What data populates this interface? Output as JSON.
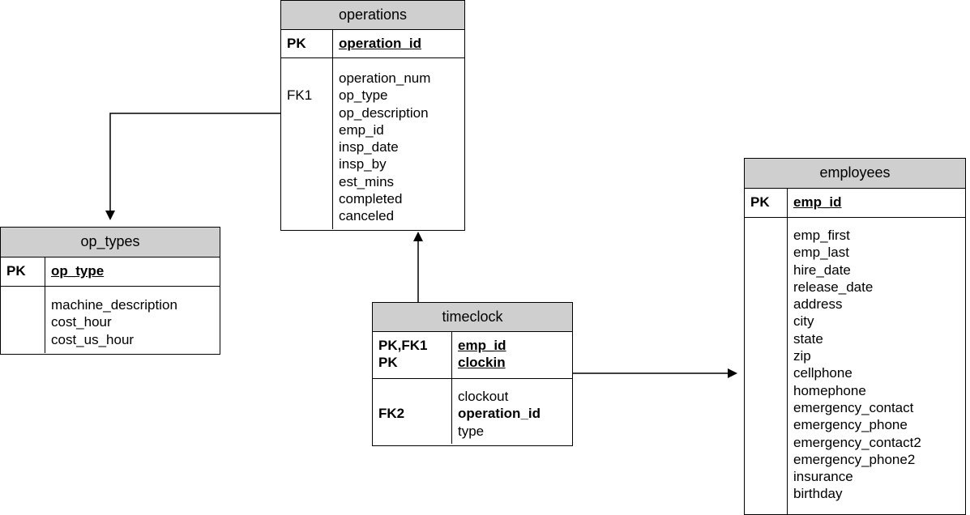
{
  "entities": {
    "operations": {
      "name": "operations",
      "pk": {
        "keys": [
          "PK"
        ],
        "fields": [
          "operation_id"
        ]
      },
      "attrs": {
        "keys": [
          "",
          "FK1",
          "",
          "",
          "",
          "",
          "",
          "",
          ""
        ],
        "fields": [
          "operation_num",
          "op_type",
          "op_description",
          "emp_id",
          "insp_date",
          "insp_by",
          "est_mins",
          "completed",
          "canceled"
        ]
      }
    },
    "op_types": {
      "name": "op_types",
      "pk": {
        "keys": [
          "PK"
        ],
        "fields": [
          "op_type"
        ]
      },
      "attrs": {
        "keys": [
          "",
          "",
          ""
        ],
        "fields": [
          "machine_description",
          "cost_hour",
          "cost_us_hour"
        ]
      }
    },
    "timeclock": {
      "name": "timeclock",
      "pk": {
        "keys": [
          "PK,FK1",
          "PK"
        ],
        "fields": [
          "emp_id",
          "clockin"
        ]
      },
      "attrs": {
        "keys": [
          "",
          "FK2",
          ""
        ],
        "fields": [
          "clockout",
          "operation_id",
          "type"
        ]
      }
    },
    "employees": {
      "name": "employees",
      "pk": {
        "keys": [
          "PK"
        ],
        "fields": [
          "emp_id"
        ]
      },
      "attrs": {
        "keys": [
          "",
          "",
          "",
          "",
          "",
          "",
          "",
          "",
          "",
          "",
          "",
          "",
          "",
          "",
          "",
          ""
        ],
        "fields": [
          "emp_first",
          "emp_last",
          "hire_date",
          "release_date",
          "address",
          "city",
          "state",
          "zip",
          "cellphone",
          "homephone",
          "emergency_contact",
          "emergency_phone",
          "emergency_contact2",
          "emergency_phone2",
          "insurance",
          "birthday"
        ]
      }
    }
  }
}
